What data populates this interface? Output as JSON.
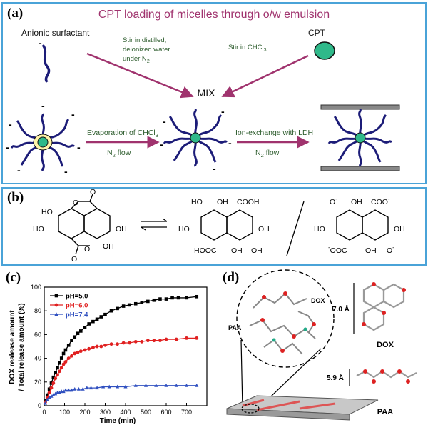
{
  "panel_a": {
    "label": "(a)",
    "title": "CPT loading of micelles through o/w emulsion",
    "surfactant_label": "Anionic surfactant",
    "cpt_label": "CPT",
    "stir_water": [
      "Stir in distilled,",
      "deionized water",
      "under N"
    ],
    "stir_water_sub": "2",
    "stir_chcl3": "Stir in CHCl",
    "stir_chcl3_sub": "3",
    "mix_label": "MIX",
    "evap_label": "Evaporation of CHCl",
    "evap_sub": "3",
    "n2_flow_1": "N",
    "n2_flow_1_tail": " flow",
    "ion_exchange_label": "Ion-exchange with LDH",
    "n2_flow_2": "N",
    "n2_flow_2_tail": " flow",
    "flow_sub": "2",
    "colors": {
      "title": "#a0336e",
      "arrow": "#a0336e",
      "tail": "#1c1c78",
      "cpt": "#2fb98a"
    }
  },
  "panel_b": {
    "label": "(b)",
    "atoms": {
      "ho": "HO",
      "oh": "OH",
      "o": "O",
      "cooh": "COOH",
      "hooc": "HOOC",
      "coo": "COO",
      "ooc": "OOC",
      "o_minus": "O",
      "minus": "-"
    }
  },
  "panel_c": {
    "label": "(c)"
  },
  "panel_d": {
    "label": "(d)",
    "dox_inner": "DOX",
    "paa_inner": "PAA",
    "dim_dox": "7.0 Å",
    "dim_paa": "5.9 Å",
    "dox_label": "DOX",
    "paa_label": "PAA"
  },
  "chart_data": {
    "type": "line",
    "xlabel": "Time (min)",
    "ylabel_line1": "DOX realease amount",
    "ylabel_line2": "/ Total release amount (%)",
    "xlim": [
      0,
      800
    ],
    "ylim": [
      0,
      100
    ],
    "xticks": [
      0,
      100,
      200,
      300,
      400,
      500,
      600,
      700
    ],
    "yticks": [
      0,
      20,
      40,
      60,
      80,
      100
    ],
    "grid": false,
    "legend_position": "top-left",
    "series": [
      {
        "name": "pH=5.0",
        "color": "#000000",
        "marker": "square",
        "x": [
          5,
          15,
          25,
          35,
          45,
          55,
          65,
          75,
          85,
          95,
          105,
          120,
          135,
          150,
          165,
          180,
          200,
          220,
          240,
          260,
          280,
          300,
          330,
          360,
          390,
          420,
          450,
          480,
          510,
          540,
          570,
          600,
          630,
          660,
          700,
          750
        ],
        "y": [
          4,
          9,
          14,
          19,
          24,
          28,
          32,
          36,
          40,
          44,
          47,
          51,
          55,
          58,
          61,
          63,
          66,
          69,
          71,
          73,
          75,
          77,
          80,
          82,
          84,
          85,
          86,
          87,
          88,
          89,
          90,
          90,
          91,
          91,
          91,
          92
        ]
      },
      {
        "name": "pH=6.0",
        "color": "#e02020",
        "marker": "circle",
        "x": [
          5,
          15,
          25,
          35,
          45,
          55,
          65,
          75,
          85,
          95,
          105,
          120,
          135,
          150,
          165,
          180,
          200,
          220,
          240,
          260,
          280,
          300,
          330,
          360,
          390,
          420,
          450,
          480,
          510,
          540,
          570,
          600,
          650,
          700,
          750
        ],
        "y": [
          3,
          7,
          11,
          15,
          19,
          23,
          26,
          29,
          32,
          35,
          37,
          40,
          42,
          44,
          45,
          46,
          47,
          48,
          49,
          50,
          50,
          51,
          52,
          52,
          53,
          53,
          54,
          54,
          55,
          55,
          55,
          56,
          56,
          57,
          57
        ]
      },
      {
        "name": "pH=7.4",
        "color": "#3050c0",
        "marker": "triangle",
        "x": [
          5,
          15,
          25,
          35,
          45,
          55,
          65,
          75,
          85,
          95,
          105,
          120,
          135,
          150,
          170,
          190,
          210,
          230,
          260,
          290,
          320,
          360,
          400,
          450,
          500,
          550,
          600,
          650,
          700,
          750
        ],
        "y": [
          2,
          5,
          7,
          8,
          9,
          10,
          11,
          11,
          12,
          12,
          13,
          13,
          13,
          14,
          14,
          14,
          15,
          15,
          15,
          16,
          16,
          16,
          16,
          17,
          17,
          17,
          17,
          17,
          17,
          17
        ]
      }
    ]
  }
}
